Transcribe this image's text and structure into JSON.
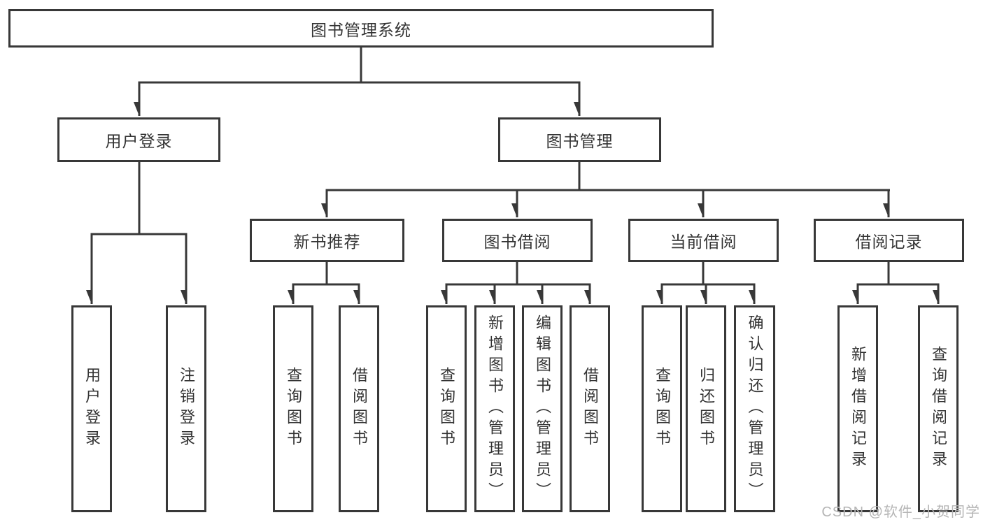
{
  "diagram": {
    "tree": {
      "label": "图书管理系统",
      "children": [
        {
          "label": "用户登录",
          "children": [
            {
              "label": "用户登录"
            },
            {
              "label": "注销登录"
            }
          ]
        },
        {
          "label": "图书管理",
          "children": [
            {
              "label": "新书推荐",
              "children": [
                {
                  "label": "查询图书"
                },
                {
                  "label": "借阅图书"
                }
              ]
            },
            {
              "label": "图书借阅",
              "children": [
                {
                  "label": "查询图书"
                },
                {
                  "label": "新增图书（管理员）"
                },
                {
                  "label": "编辑图书（管理员）"
                },
                {
                  "label": "借阅图书"
                }
              ]
            },
            {
              "label": "当前借阅",
              "children": [
                {
                  "label": "查询图书"
                },
                {
                  "label": "归还图书"
                },
                {
                  "label": "确认归还（管理员）"
                }
              ]
            },
            {
              "label": "借阅记录",
              "children": [
                {
                  "label": "新增借阅记录"
                },
                {
                  "label": "查询借阅记录"
                }
              ]
            }
          ]
        }
      ]
    },
    "colors": {
      "line": "#383838",
      "box_border": "#383838",
      "box_fill": "#ffffff",
      "text": "#333333",
      "watermark": "#b5b5b5",
      "background": "#ffffff"
    }
  },
  "watermark": {
    "text": "CSDN @软件_小贺同学"
  }
}
